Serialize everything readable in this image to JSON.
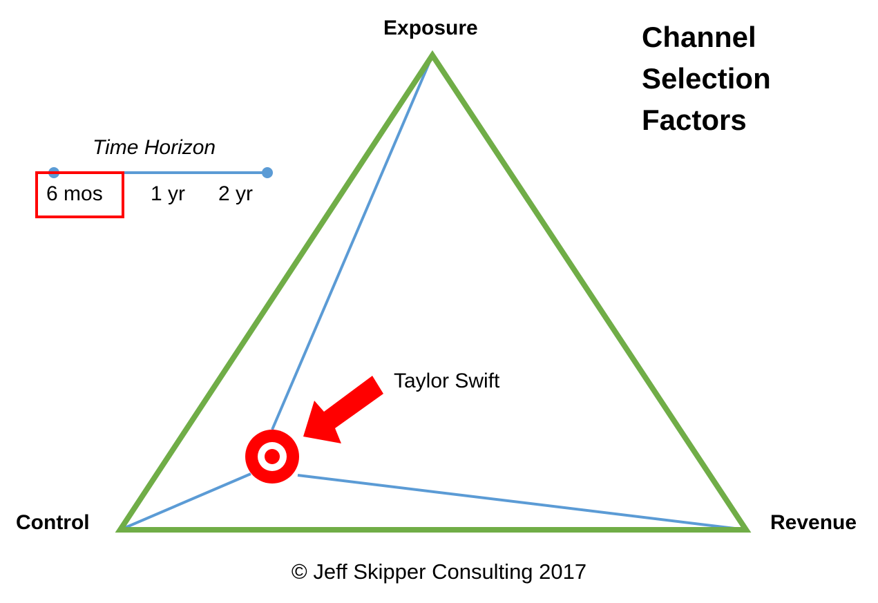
{
  "title": {
    "lines": [
      "Channel",
      "Selection",
      "Factors"
    ]
  },
  "vertices": {
    "top": "Exposure",
    "left": "Control",
    "right": "Revenue"
  },
  "time_horizon": {
    "title": "Time Horizon",
    "ticks": [
      "6 mos",
      "1 yr",
      "2 yr"
    ],
    "selected": "6 mos"
  },
  "marker": {
    "label": "Taylor Swift"
  },
  "footer": {
    "copyright": "© Jeff Skipper Consulting 2017"
  },
  "colors": {
    "triangle": "#70ad47",
    "inner_lines": "#5b9bd5",
    "highlight": "#ff0000"
  }
}
